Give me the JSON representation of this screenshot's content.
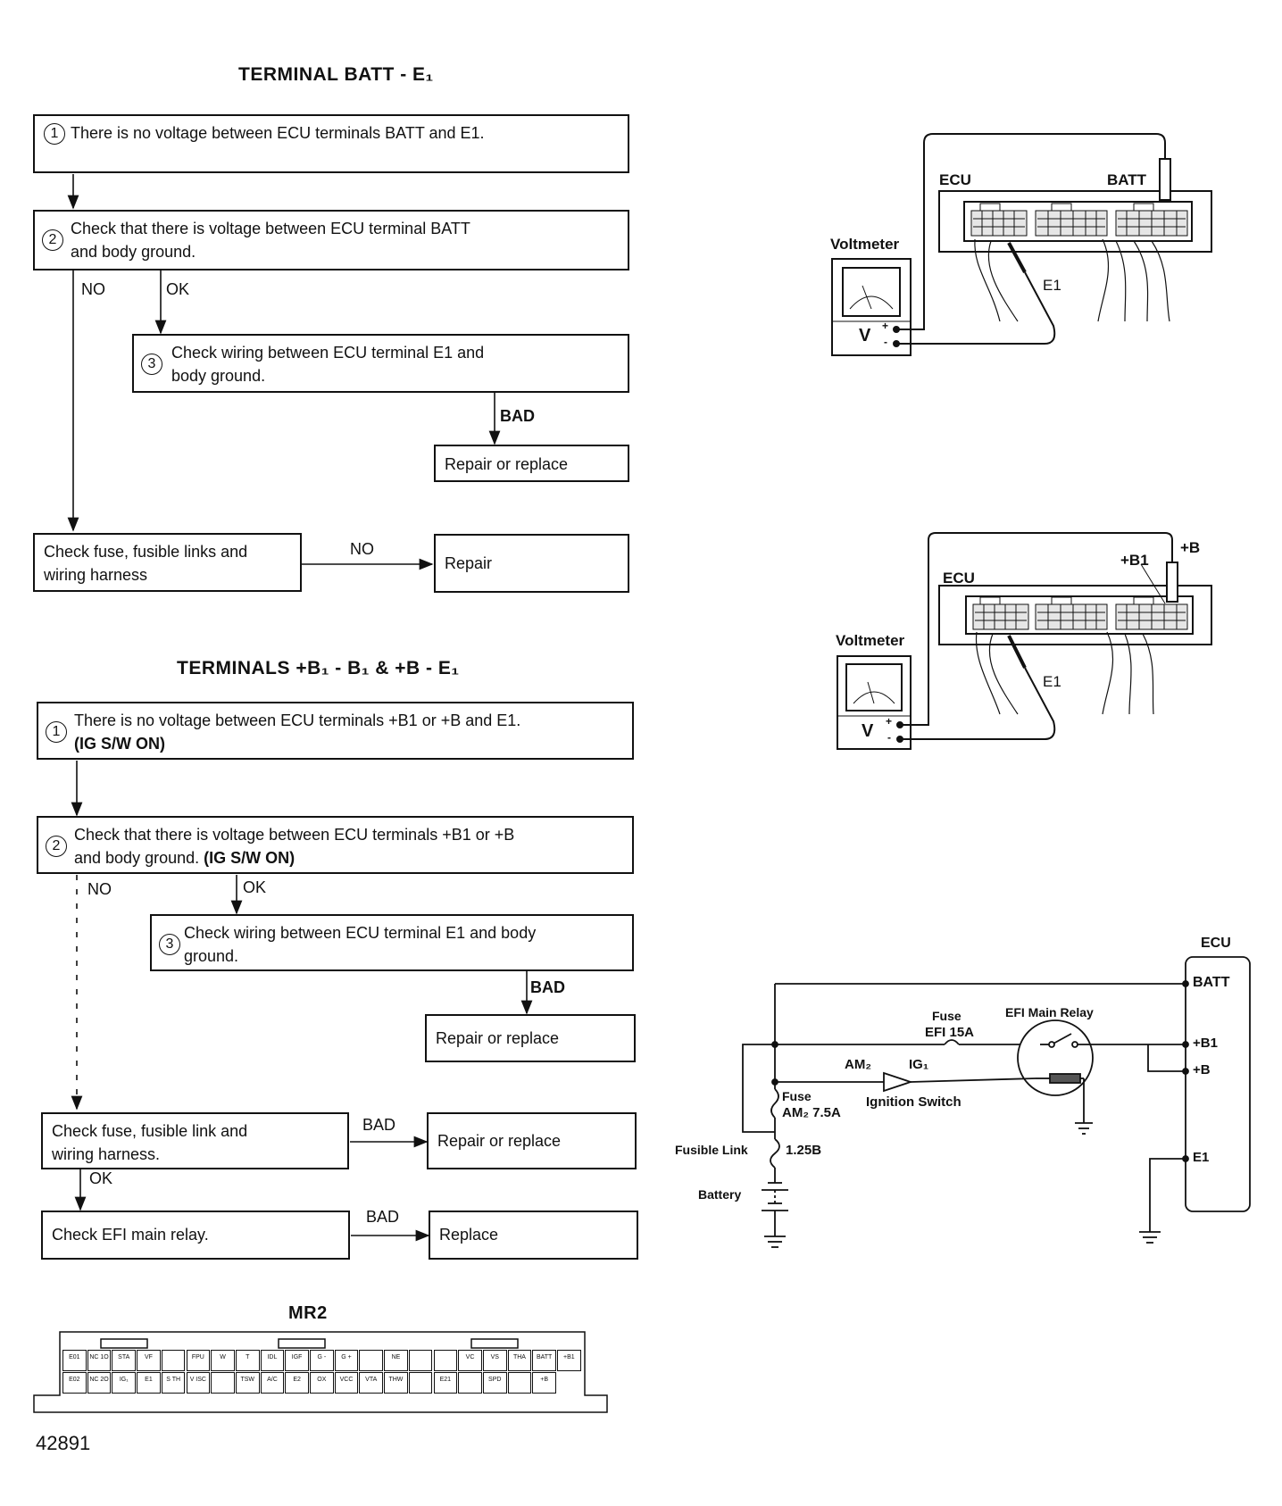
{
  "section1": {
    "title": "TERMINAL BATT - E₁",
    "step1": {
      "num": "1",
      "text": "There is no voltage between ECU terminals BATT and E1."
    },
    "step2": {
      "num": "2",
      "line1": "Check that there is voltage between ECU terminal BATT",
      "line2": "and body ground."
    },
    "no_label": "NO",
    "ok_label": "OK",
    "step3": {
      "num": "3",
      "line1": "Check wiring between ECU terminal E1 and",
      "line2": "body ground."
    },
    "bad_label": "BAD",
    "repair_replace": "Repair or replace",
    "fuse_check": {
      "line1": "Check fuse, fusible links and",
      "line2": "wiring harness"
    },
    "no2_label": "NO",
    "repair": "Repair"
  },
  "section2": {
    "title": "TERMINALS +B₁ - B₁ & +B - E₁",
    "step1": {
      "num": "1",
      "line1": "There is no voltage between ECU terminals +B1 or +B and E1.",
      "line2": "(IG S/W ON)"
    },
    "step2": {
      "num": "2",
      "line1": "Check that there is voltage between ECU terminals +B1 or +B",
      "line2a": "and body ground.",
      "line2b": "(IG S/W ON)"
    },
    "no_label": "NO",
    "ok_label": "OK",
    "step3": {
      "num": "3",
      "line1": "Check wiring between ECU terminal E1 and body",
      "line2": "ground."
    },
    "bad_label": "BAD",
    "repair_replace1": "Repair or replace",
    "fuse_check": {
      "line1": "Check fuse, fusible link and",
      "line2": "wiring harness."
    },
    "bad2_label": "BAD",
    "repair_replace2": "Repair or replace",
    "ok2_label": "OK",
    "relay_check": "Check EFI main relay.",
    "bad3_label": "BAD",
    "replace": "Replace"
  },
  "connector": {
    "title": "MR2",
    "pins_row1": [
      "E01",
      "NC 1O",
      "STA",
      "VF",
      "",
      "FPU",
      "W",
      "T",
      "IDL",
      "IGF",
      "G -",
      "G +",
      "",
      "NE",
      "",
      "",
      "VC",
      "VS",
      "THA",
      "BATT",
      "+B1"
    ],
    "pins_row2": [
      "E02",
      "NC 2O",
      "IG₁",
      "E1",
      "S TH",
      "V ISC",
      "",
      "TSW",
      "A/C",
      "E2",
      "OX",
      "VCC",
      "VTA",
      "THW",
      "",
      "E21",
      "",
      "SPD",
      "",
      "+B"
    ]
  },
  "figure1": {
    "ecu": "ECU",
    "batt": "BATT",
    "voltmeter": "Voltmeter",
    "e1": "E1",
    "v": "V",
    "plus": "+",
    "minus": "-"
  },
  "figure2": {
    "ecu": "ECU",
    "b1": "+B1",
    "b": "+B",
    "voltmeter": "Voltmeter",
    "e1": "E1",
    "v": "V",
    "plus": "+",
    "minus": "-"
  },
  "schematic": {
    "ecu": "ECU",
    "batt": "BATT",
    "b1": "+B1",
    "b": "+B",
    "e1": "E1",
    "fuse_efi_1": "Fuse",
    "fuse_efi_2": "EFI 15A",
    "relay": "EFI Main Relay",
    "am2": "AM₂",
    "ig1": "IG₁",
    "ignition_switch": "Ignition Switch",
    "fuse_am2_1": "Fuse",
    "fuse_am2_2": "AM₂ 7.5A",
    "fusible_link": "Fusible Link",
    "fusible_value": "1.25B",
    "battery": "Battery"
  },
  "figure_number": "42891"
}
